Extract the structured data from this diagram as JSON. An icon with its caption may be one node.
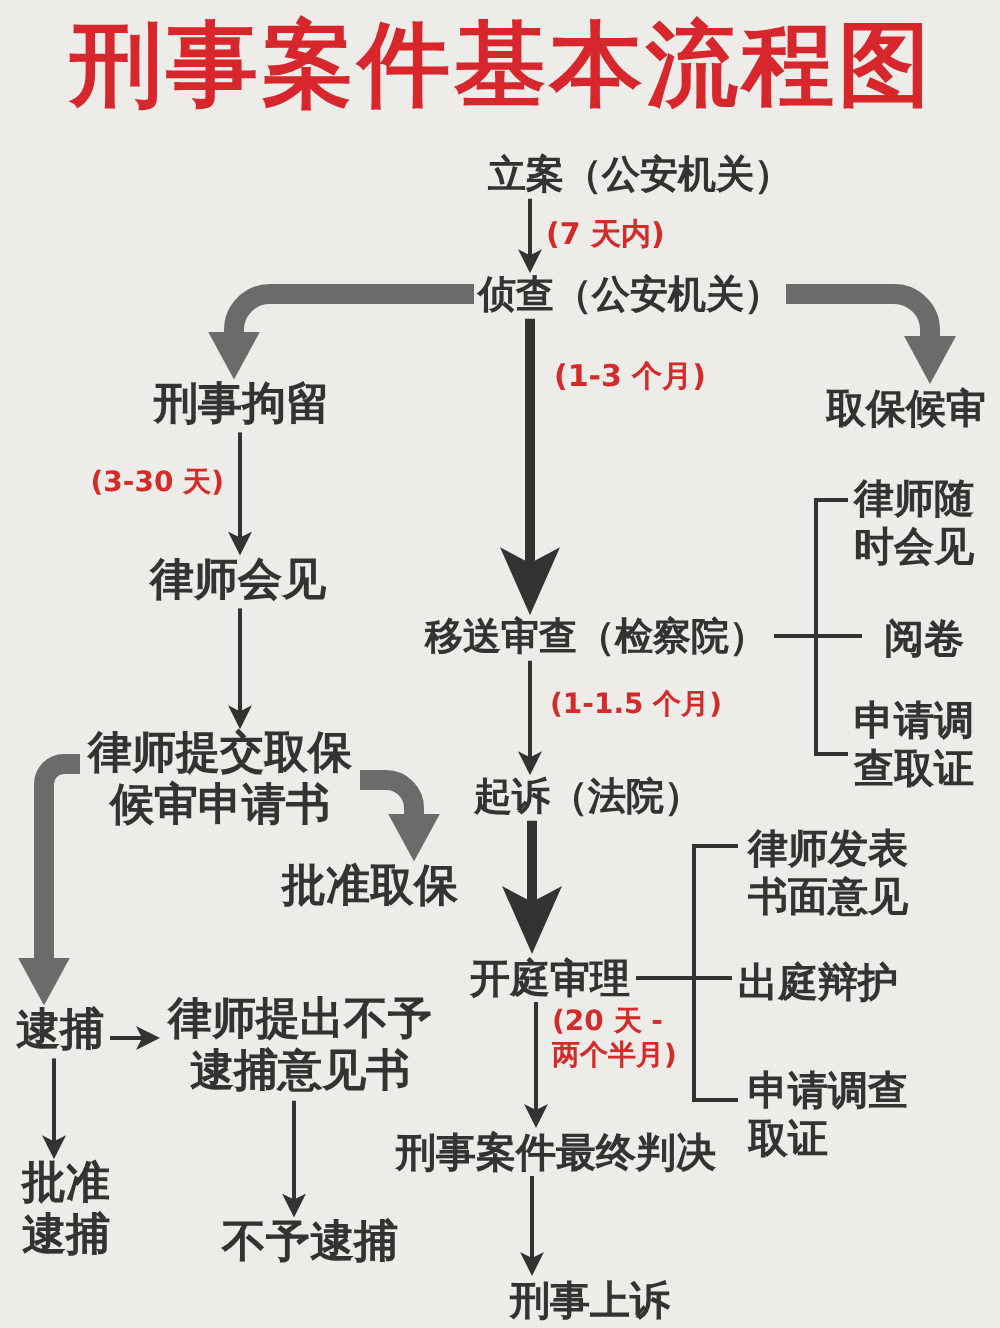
{
  "diagram": {
    "title": "刑事案件基本流程图",
    "nodes": [
      {
        "text": [
          "立案（公安机关）"
        ]
      },
      {
        "text": [
          "侦查（公安机关）"
        ]
      },
      {
        "text": [
          "刑事拘留"
        ]
      },
      {
        "text": [
          "取保候审"
        ]
      },
      {
        "text": [
          "律师会见"
        ]
      },
      {
        "text": [
          "移送审查（检察院）"
        ]
      },
      {
        "text": [
          "律师随时会见"
        ]
      },
      {
        "text": [
          "阅卷"
        ]
      },
      {
        "text": [
          "申请调查取证"
        ]
      },
      {
        "text": [
          "律师提交取保候审申请书"
        ]
      },
      {
        "text": [
          "批准取保"
        ]
      },
      {
        "text": [
          "起诉（法院）"
        ]
      },
      {
        "text": [
          "律师发表书面意见"
        ]
      },
      {
        "text": [
          "开庭审理"
        ]
      },
      {
        "text": [
          "出庭辩护"
        ]
      },
      {
        "text": [
          "申请调查取证"
        ]
      },
      {
        "text": [
          "逮捕"
        ]
      },
      {
        "text": [
          "律师提出不予逮捕意见书"
        ]
      },
      {
        "text": [
          "批准逮捕"
        ]
      },
      {
        "text": [
          "不予逮捕"
        ]
      },
      {
        "text": [
          "刑事案件最终判决"
        ]
      },
      {
        "text": [
          "刑事上诉"
        ]
      }
    ],
    "edges": [
      {
        "from": 0,
        "to": 1,
        "arrow": "to",
        "label": "(7 天内)"
      },
      {
        "from": 1,
        "to": 2,
        "arrow": "to",
        "style": "thick",
        "color": "#6b6b6b"
      },
      {
        "from": 1,
        "to": 3,
        "arrow": "to",
        "style": "thick",
        "color": "#6b6b6b"
      },
      {
        "from": 1,
        "to": 5,
        "arrow": "to",
        "label": "(1-3 个月)",
        "style": "thick"
      },
      {
        "from": 2,
        "to": 4,
        "arrow": "to",
        "label": "(3-30 天)"
      },
      {
        "from": 4,
        "to": 9,
        "arrow": "to"
      },
      {
        "from": 5,
        "to": 6,
        "arrow": "none"
      },
      {
        "from": 5,
        "to": 7,
        "arrow": "none"
      },
      {
        "from": 5,
        "to": 8,
        "arrow": "none"
      },
      {
        "from": 5,
        "to": 11,
        "arrow": "to",
        "label": "(1-1.5 个月)"
      },
      {
        "from": 9,
        "to": 10,
        "arrow": "to",
        "style": "thick",
        "color": "#6b6b6b"
      },
      {
        "from": 9,
        "to": 16,
        "arrow": "to",
        "style": "thick",
        "color": "#6b6b6b"
      },
      {
        "from": 11,
        "to": 13,
        "arrow": "to",
        "style": "thick"
      },
      {
        "from": 13,
        "to": 12,
        "arrow": "none"
      },
      {
        "from": 13,
        "to": 14,
        "arrow": "none"
      },
      {
        "from": 13,
        "to": 15,
        "arrow": "none"
      },
      {
        "from": 13,
        "to": 20,
        "arrow": "to",
        "label": "(20 天 - 两个半月)"
      },
      {
        "from": 16,
        "to": 17,
        "arrow": "to"
      },
      {
        "from": 16,
        "to": 18,
        "arrow": "to"
      },
      {
        "from": 17,
        "to": 19,
        "arrow": "to"
      },
      {
        "from": 20,
        "to": 21,
        "arrow": "to"
      }
    ]
  }
}
